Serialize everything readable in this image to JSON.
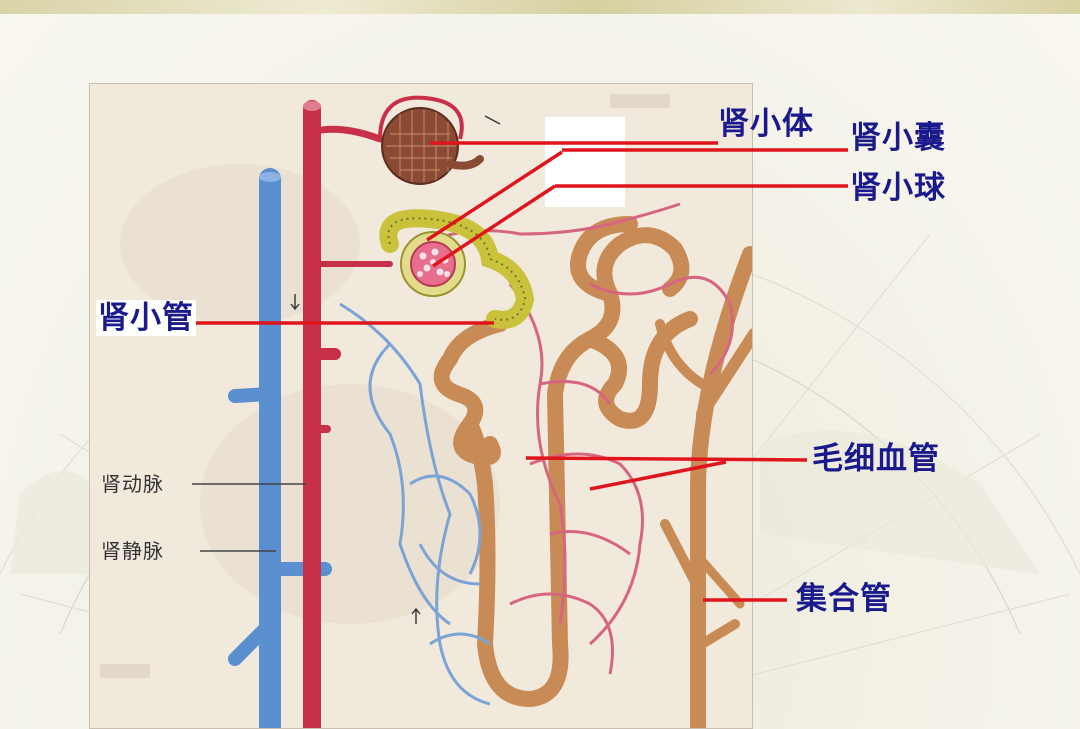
{
  "labels": {
    "renal_corpuscle": "肾小体",
    "renal_capsule": "肾小囊",
    "glomerulus": "肾小球",
    "renal_tubule": "肾小管",
    "capillaries": "毛细血管",
    "collecting_duct": "集合管",
    "renal_artery": "肾动脉",
    "renal_vein": "肾静脉"
  },
  "colors": {
    "label_blue": "#1a1a8c",
    "leader_red": "#e0141c",
    "artery": "#c8304a",
    "vein": "#5a8fd0",
    "tubule": "#c98b55",
    "capsule": "#c9c23a"
  }
}
